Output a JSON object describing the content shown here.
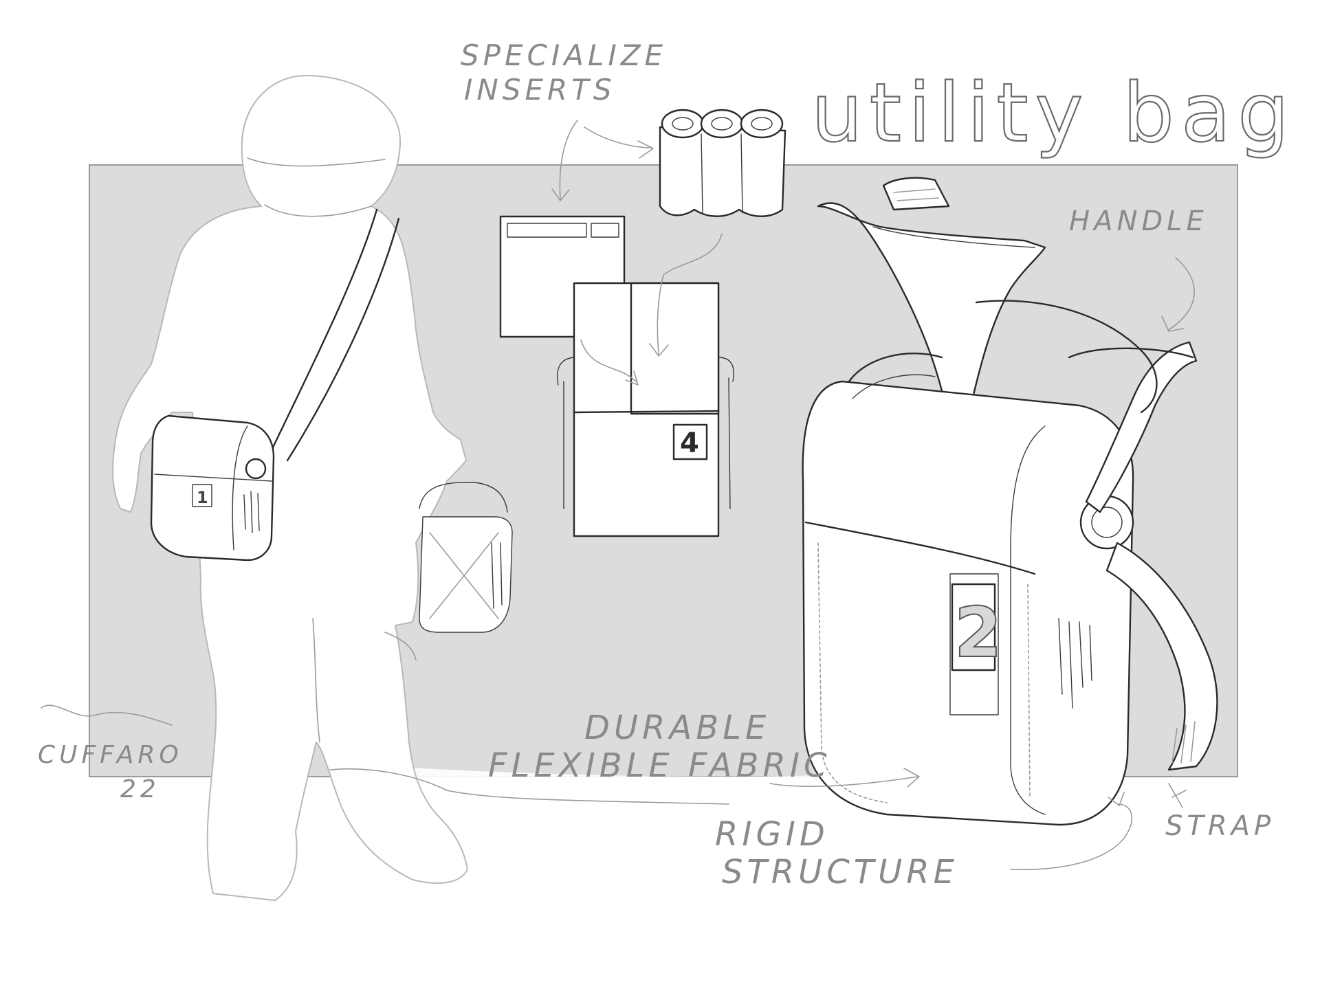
{
  "title": "utility bag",
  "annotations": {
    "specialize_line1": "SPECIALIZE",
    "specialize_line2": "INSERTS",
    "handle": "HANDLE",
    "durable_line1": "DURABLE",
    "durable_line2": "FLEXIBLE FABRIC",
    "rigid_line1": "RIGID",
    "rigid_line2": "STRUCTURE",
    "strap": "STRAP",
    "signature_line1": "CUFFARO",
    "signature_line2": "22"
  },
  "bag_numbers": {
    "shoulder_bag": "1",
    "insert_module": "4",
    "large_bag": "2"
  },
  "colors": {
    "panel": "#dcdcdc",
    "ink": "#2a2a2a",
    "pencil": "#8a8a8a"
  }
}
